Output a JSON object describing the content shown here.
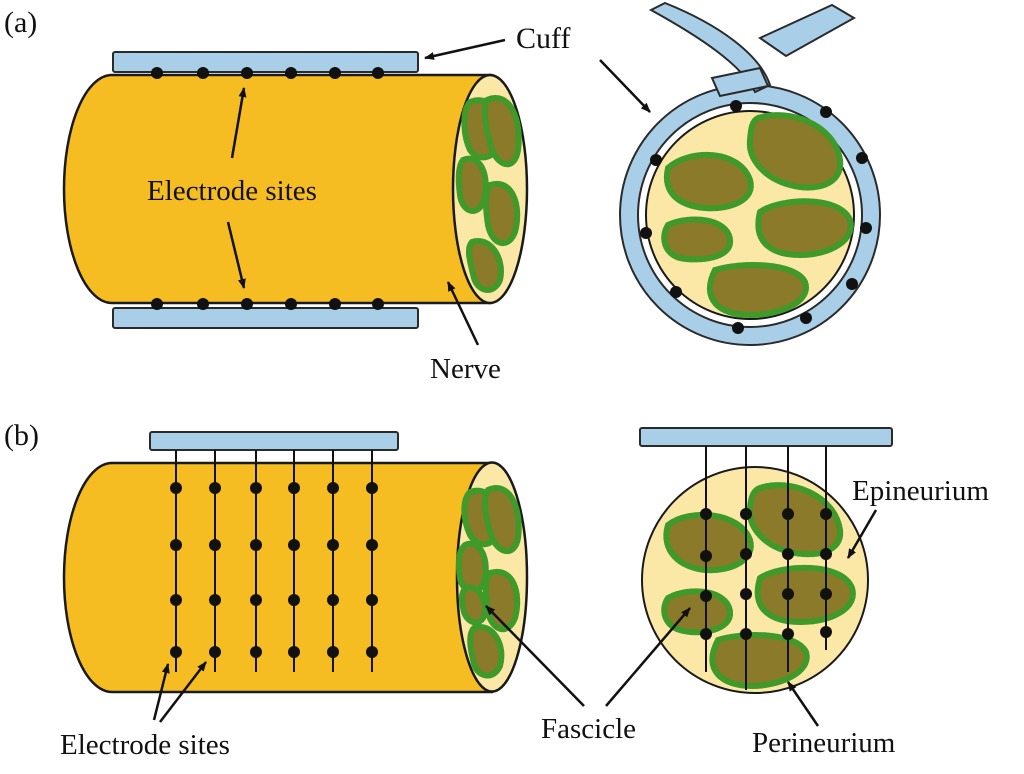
{
  "panels": {
    "a": {
      "tag": "(a)",
      "cuff_label": "Cuff",
      "electrode_label": "Electrode sites",
      "nerve_label": "Nerve"
    },
    "b": {
      "tag": "(b)",
      "electrode_label": "Electrode sites",
      "fascicle_label": "Fascicle",
      "epineurium_label": "Epineurium",
      "perineurium_label": "Perineurium"
    }
  },
  "colors": {
    "nerve_body": "#f6bd22",
    "nerve_outline": "#1a1a1a",
    "nerve_face": "#fbe8a6",
    "fascicle_fill": "#8a7a2a",
    "fascicle_rim": "#3f9a2a",
    "cuff_fill": "#a9cfe8",
    "cuff_outline": "#2a2a2a",
    "electrode_dot": "#111111"
  }
}
